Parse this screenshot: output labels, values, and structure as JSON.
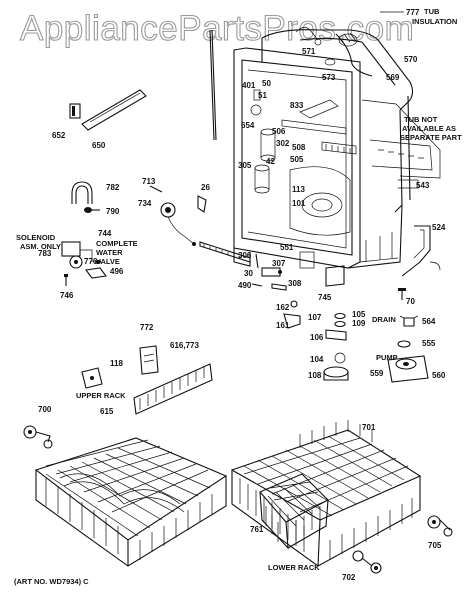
{
  "watermark": "AppliancePartsPros.com",
  "art_number": "(ART NO. WD7934) C",
  "part_numbers": [
    "777",
    "571",
    "573",
    "570",
    "569",
    "50",
    "51",
    "401",
    "833",
    "652",
    "650",
    "654",
    "506",
    "302",
    "42",
    "508",
    "505",
    "782",
    "790",
    "713",
    "26",
    "305",
    "113",
    "101",
    "734",
    "744",
    "783",
    "776",
    "496",
    "746",
    "306",
    "30",
    "307",
    "551",
    "490",
    "308",
    "745",
    "543",
    "524",
    "70",
    "162",
    "107",
    "105",
    "109",
    "161",
    "564",
    "106",
    "555",
    "104",
    "559",
    "560",
    "108",
    "772",
    "118",
    "616,773",
    "700",
    "615",
    "701",
    "761",
    "705",
    "702"
  ],
  "captions": {
    "tub_insulation": [
      "TUB",
      "INSULATION"
    ],
    "tub_not_available": [
      "TUB NOT",
      "AVAILABLE AS",
      "SEPARATE PART"
    ],
    "solenoid": [
      "SOLENOID",
      "ASM. ONLY"
    ],
    "complete_valve": [
      "COMPLETE",
      "WATER",
      "VALVE"
    ],
    "drain": "DRAIN",
    "pump": "PUMP",
    "upper_rack": "UPPER RACK",
    "lower_rack": "LOWER RACK"
  },
  "colors": {
    "ink": "#111111",
    "watermark_outline": "#9a9a9a",
    "background": "#ffffff"
  }
}
